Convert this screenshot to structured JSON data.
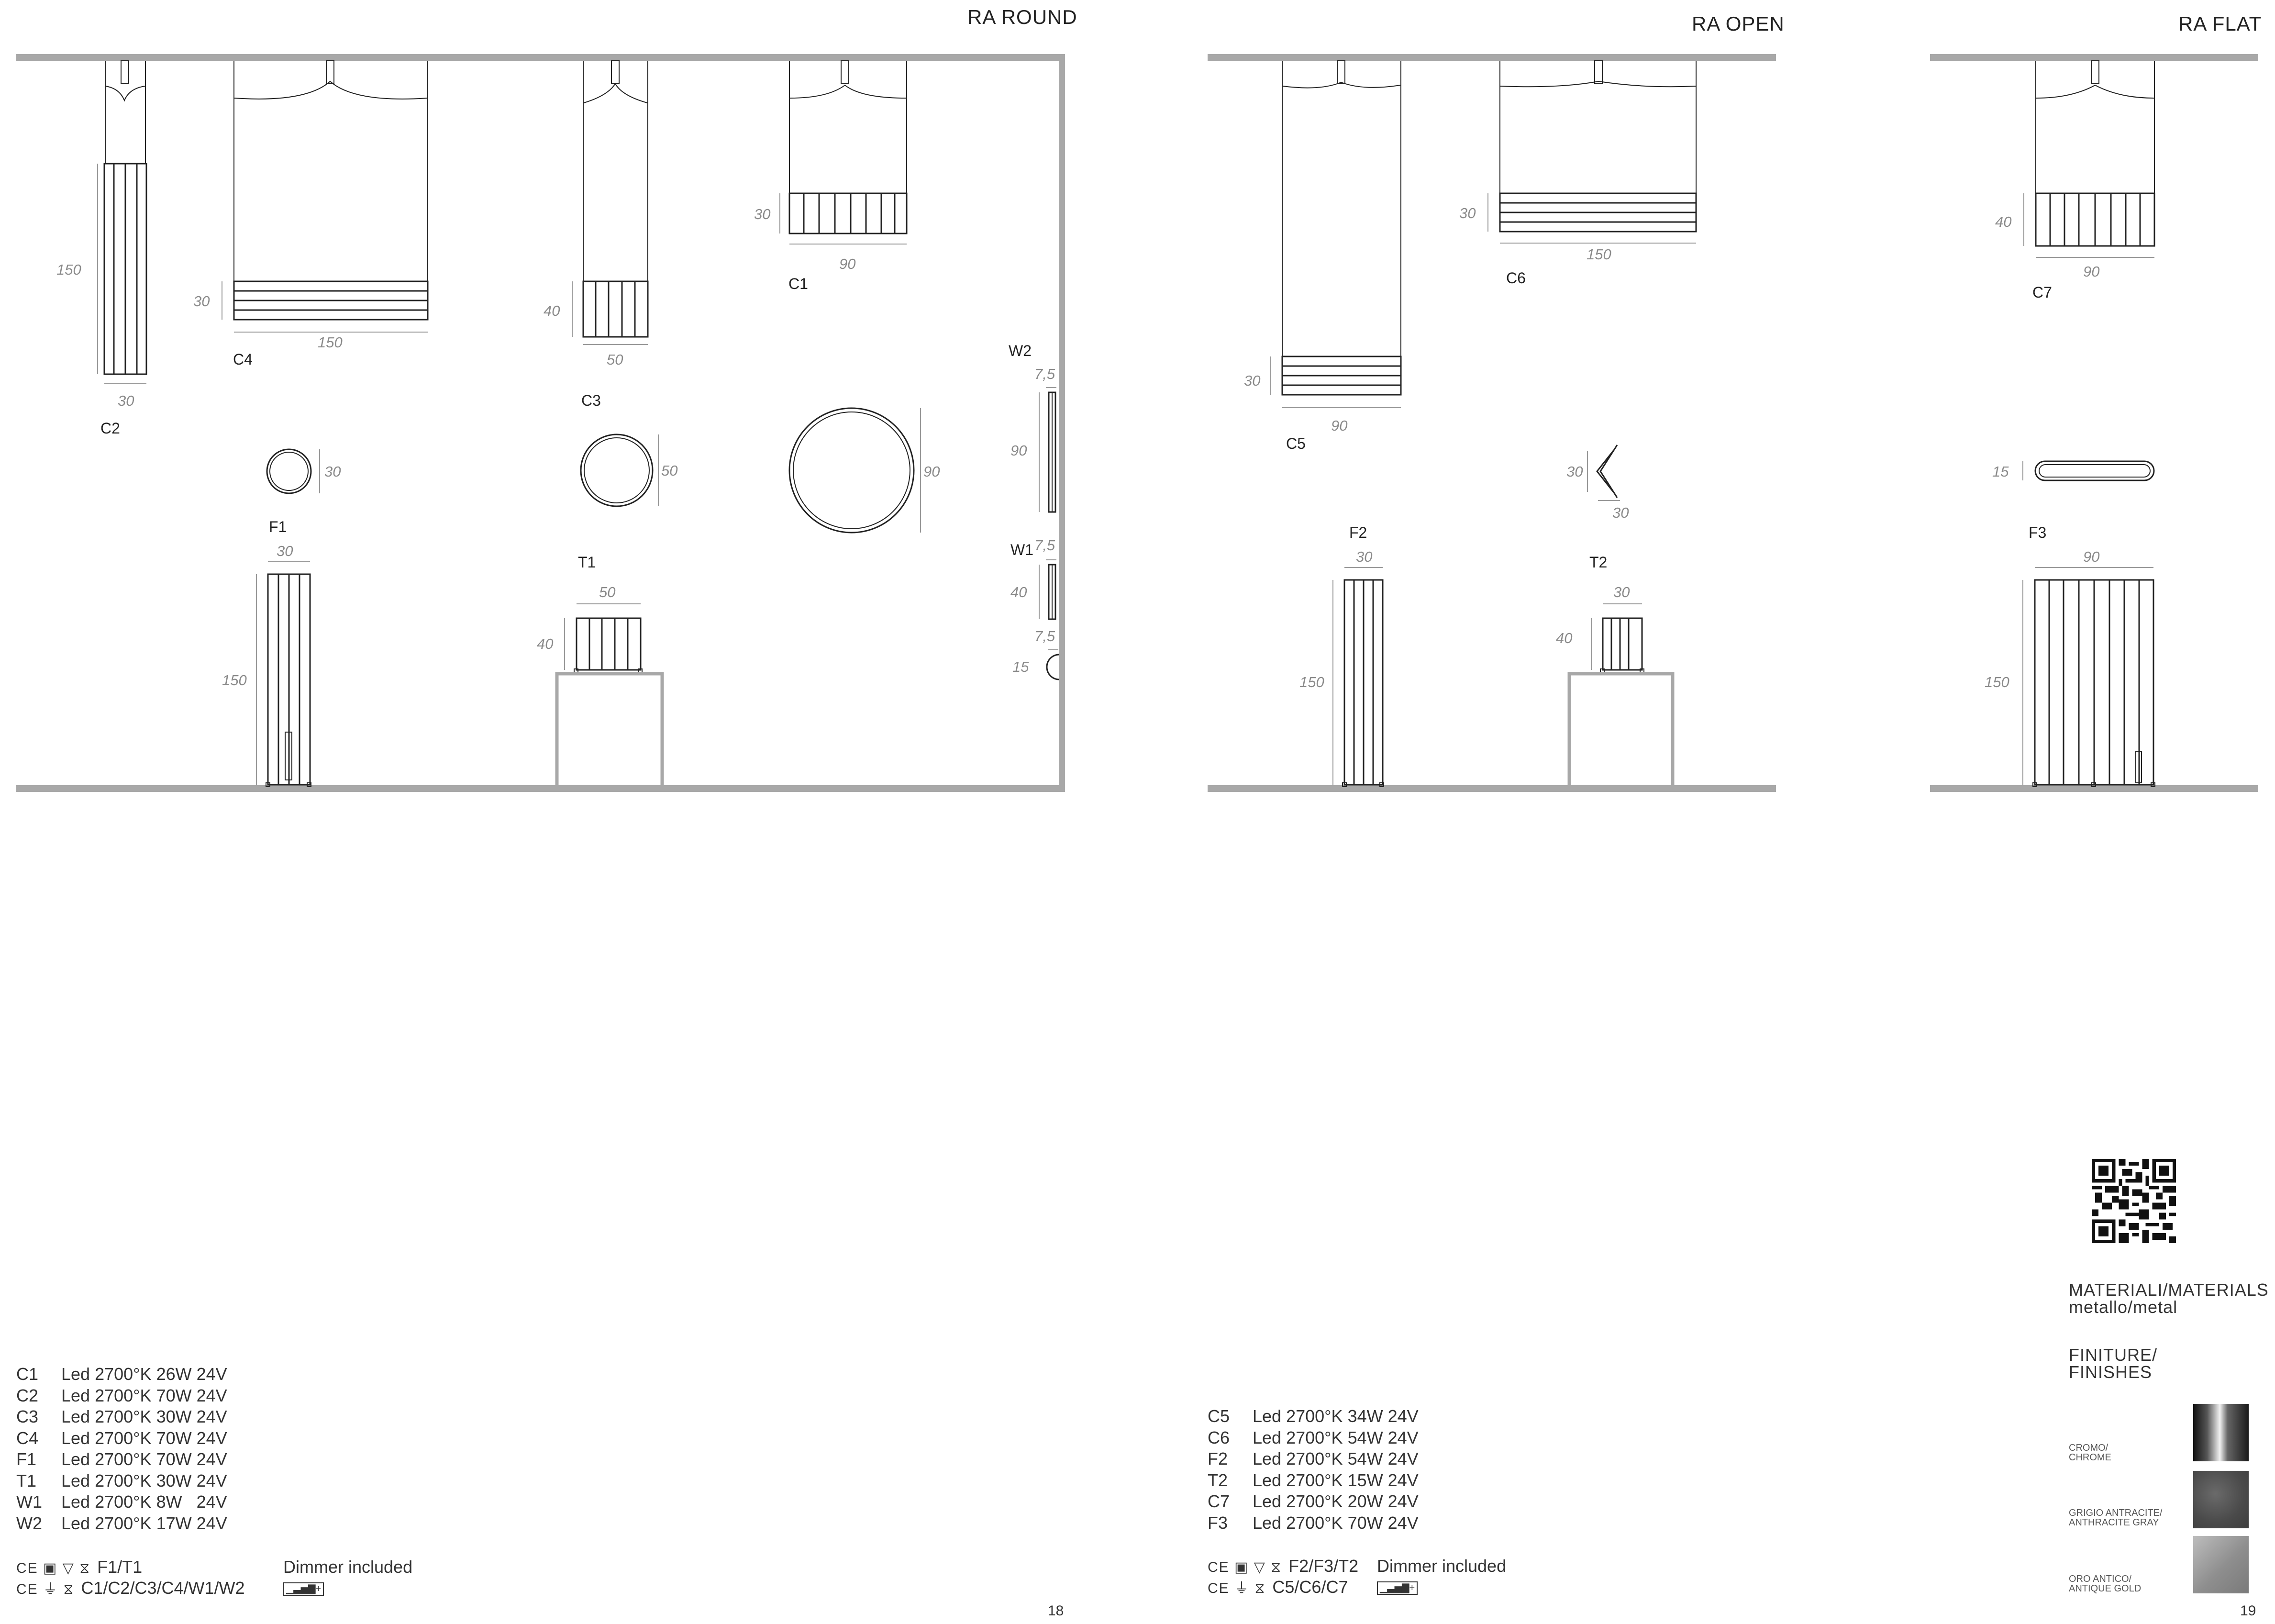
{
  "sections": {
    "round": "RA ROUND",
    "open": "RA OPEN",
    "flat": "RA FLAT"
  },
  "labels": {
    "C1": "C1",
    "C2": "C2",
    "C3": "C3",
    "C4": "C4",
    "C5": "C5",
    "C6": "C6",
    "C7": "C7",
    "F1": "F1",
    "F2": "F2",
    "F3": "F3",
    "T1": "T1",
    "T2": "T2",
    "W1": "W1",
    "W2": "W2"
  },
  "dims": {
    "c2_h": "150",
    "c2_w": "30",
    "c4_h": "30",
    "c4_w": "150",
    "c3_h": "40",
    "c3_w": "50",
    "c1_h": "30",
    "c1_w": "90",
    "f1_d": "30",
    "t1_d": "50",
    "c1_d": "90",
    "w2_d": "7,5",
    "w2_h": "90",
    "f1_w": "30",
    "f1_h": "150",
    "t1_w": "50",
    "t1_h": "40",
    "w1_d": "7,5",
    "w1_h": "40",
    "w1b_d": "7,5",
    "w1b_h": "15",
    "c5_h": "30",
    "c5_w": "90",
    "c6_h": "30",
    "c6_w": "150",
    "open_h": "30",
    "open_w": "30",
    "f2_w": "30",
    "f2_h": "150",
    "t2_w": "30",
    "t2_h": "40",
    "c7_h": "40",
    "c7_w": "90",
    "flat_h": "15",
    "f3_w": "90",
    "f3_h": "150"
  },
  "specs_left": [
    {
      "code": "C1",
      "text": "Led 2700°K 26W 24V"
    },
    {
      "code": "C2",
      "text": "Led 2700°K 70W 24V"
    },
    {
      "code": "C3",
      "text": "Led 2700°K 30W 24V"
    },
    {
      "code": "C4",
      "text": "Led 2700°K 70W 24V"
    },
    {
      "code": "F1",
      "text": "Led 2700°K 70W 24V"
    },
    {
      "code": "T1",
      "text": "Led 2700°K 30W 24V"
    },
    {
      "code": "W1",
      "text": "Led 2700°K 8W   24V"
    },
    {
      "code": "W2",
      "text": "Led 2700°K 17W 24V"
    }
  ],
  "specs_right": [
    {
      "code": "C5",
      "text": "Led 2700°K 34W 24V"
    },
    {
      "code": "C6",
      "text": "Led 2700°K 54W 24V"
    },
    {
      "code": "F2",
      "text": "Led 2700°K 54W 24V"
    },
    {
      "code": "T2",
      "text": "Led 2700°K 15W 24V"
    },
    {
      "code": "C7",
      "text": "Led 2700°K 20W 24V"
    },
    {
      "code": "F3",
      "text": "Led 2700°K 70W 24V"
    }
  ],
  "cert_left": {
    "line1_icons": "CE ▣ ▽ ⧖",
    "line1_models": "F1/T1",
    "line2_icons": "CE ⏚ ⧖",
    "line2_models": "C1/C2/C3/C4/W1/W2",
    "dimmer": "Dimmer included",
    "dimmer_icon": "▁▃▅▇+"
  },
  "cert_right": {
    "line1_icons": "CE ▣ ▽ ⧖",
    "line1_models": "F2/F3/T2",
    "line2_icons": "CE ⏚ ⧖",
    "line2_models": "C5/C6/C7",
    "dimmer": "Dimmer included",
    "dimmer_icon": "▁▃▅▇+"
  },
  "pages": {
    "left": "18",
    "right": "19"
  },
  "materials": {
    "title": "MATERIALI/MATERIALS",
    "value": "metallo/metal",
    "finishes_line1": "FINITURE/",
    "finishes_line2": "FINISHES"
  },
  "finishes": [
    {
      "l1": "CROMO/",
      "l2": "CHROME",
      "color": "#6e6e6e"
    },
    {
      "l1": "GRIGIO ANTRACITE/",
      "l2": "ANTHRACITE GRAY",
      "color": "#555555"
    },
    {
      "l1": "ORO ANTICO/",
      "l2": "ANTIQUE GOLD",
      "color": "#9a9a9a"
    }
  ],
  "qr_icon": "qr-code-icon"
}
